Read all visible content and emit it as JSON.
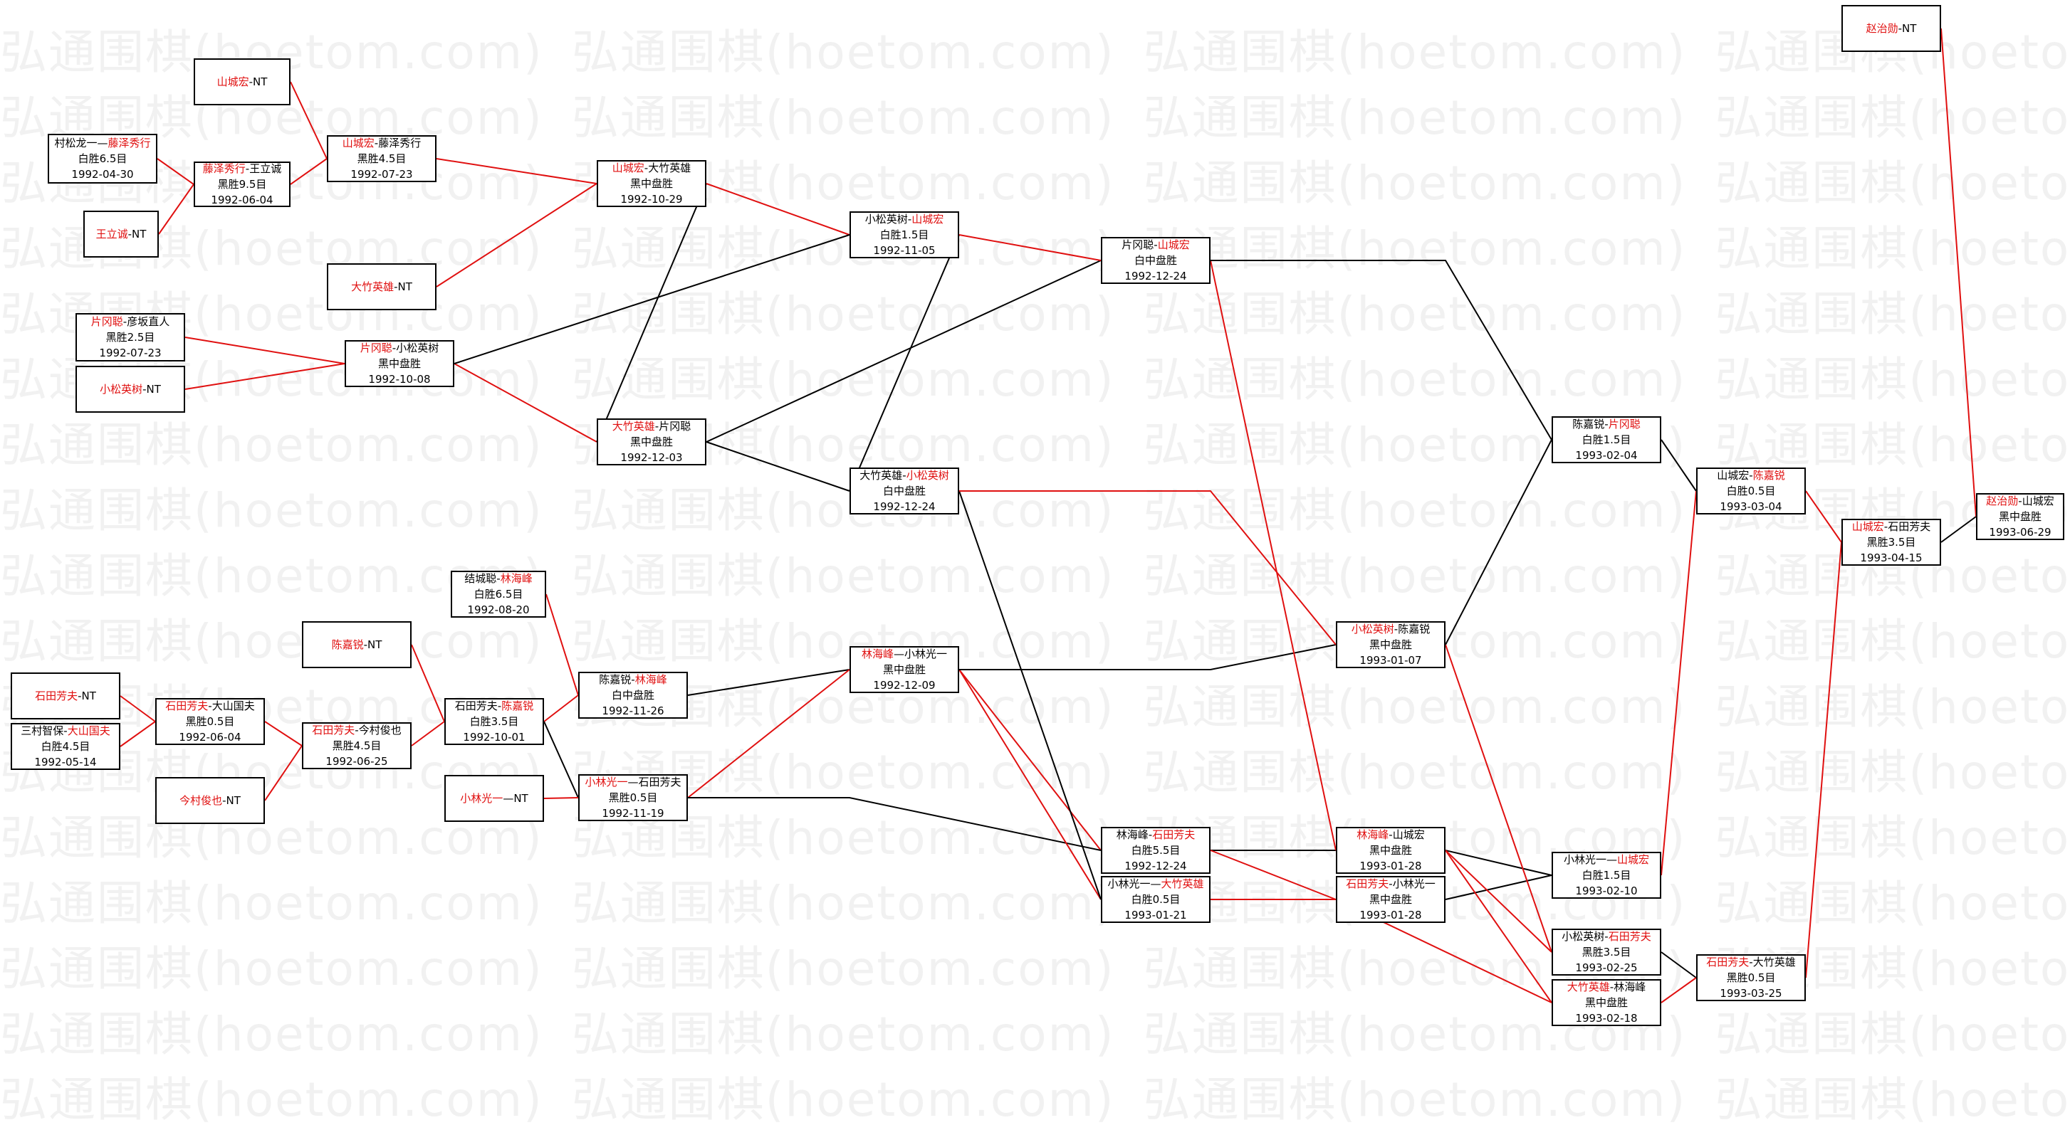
{
  "watermark": "弘通围棋(hoetom.com)",
  "colors": {
    "winner": "#e01010",
    "winner_path": "#e01010",
    "other_path": "#000000",
    "border": "#000000"
  },
  "matches": [
    {
      "id": "m1",
      "p": [
        "村松龙一",
        "藤泽秀行"
      ],
      "sep": "—",
      "w": 1,
      "result": "白胜6.5目",
      "date": "1992-04-30"
    },
    {
      "id": "m2",
      "p": [
        "山城宏",
        "NT"
      ],
      "sep": "-",
      "w": 0
    },
    {
      "id": "m3",
      "p": [
        "藤泽秀行",
        "王立诚"
      ],
      "sep": "-",
      "w": 0,
      "result": "黑胜9.5目",
      "date": "1992-06-04"
    },
    {
      "id": "m4",
      "p": [
        "王立诚",
        "NT"
      ],
      "sep": "-",
      "w": 0
    },
    {
      "id": "m5",
      "p": [
        "山城宏",
        "藤泽秀行"
      ],
      "sep": "-",
      "w": 0,
      "result": "黑胜4.5目",
      "date": "1992-07-23"
    },
    {
      "id": "m6",
      "p": [
        "山城宏",
        "大竹英雄"
      ],
      "sep": "-",
      "w": 0,
      "result": "黑中盘胜",
      "date": "1992-10-29"
    },
    {
      "id": "m7",
      "p": [
        "大竹英雄",
        "NT"
      ],
      "sep": "-",
      "w": 0
    },
    {
      "id": "m8",
      "p": [
        "片冈聪",
        "彦坂直人"
      ],
      "sep": "-",
      "w": 0,
      "result": "黑胜2.5目",
      "date": "1992-07-23"
    },
    {
      "id": "m9",
      "p": [
        "小松英树",
        "NT"
      ],
      "sep": "-",
      "w": 0
    },
    {
      "id": "m10",
      "p": [
        "片冈聪",
        "小松英树"
      ],
      "sep": "-",
      "w": 0,
      "result": "黑中盘胜",
      "date": "1992-10-08"
    },
    {
      "id": "m11",
      "p": [
        "大竹英雄",
        "片冈聪"
      ],
      "sep": "-",
      "w": 0,
      "result": "黑中盘胜",
      "date": "1992-12-03"
    },
    {
      "id": "m12",
      "p": [
        "小松英树",
        "山城宏"
      ],
      "sep": "-",
      "w": 1,
      "result": "白胜1.5目",
      "date": "1992-11-05"
    },
    {
      "id": "m13",
      "p": [
        "大竹英雄",
        "小松英树"
      ],
      "sep": "-",
      "w": 1,
      "result": "白中盘胜",
      "date": "1992-12-24"
    },
    {
      "id": "m14",
      "p": [
        "片冈聪",
        "山城宏"
      ],
      "sep": "-",
      "w": 1,
      "result": "白中盘胜",
      "date": "1992-12-24"
    },
    {
      "id": "m15",
      "p": [
        "结城聪",
        "林海峰"
      ],
      "sep": "-",
      "w": 1,
      "result": "白胜6.5目",
      "date": "1992-08-20"
    },
    {
      "id": "m16",
      "p": [
        "陈嘉锐",
        "NT"
      ],
      "sep": "-",
      "w": 0
    },
    {
      "id": "m17",
      "p": [
        "石田芳夫",
        "NT"
      ],
      "sep": "-",
      "w": 0
    },
    {
      "id": "m18",
      "p": [
        "三村智保",
        "大山国夫"
      ],
      "sep": "-",
      "w": 1,
      "result": "白胜4.5目",
      "date": "1992-05-14"
    },
    {
      "id": "m19",
      "p": [
        "石田芳夫",
        "大山国夫"
      ],
      "sep": "-",
      "w": 0,
      "result": "黑胜0.5目",
      "date": "1992-06-04"
    },
    {
      "id": "m20",
      "p": [
        "今村俊也",
        "NT"
      ],
      "sep": "-",
      "w": 0
    },
    {
      "id": "m21",
      "p": [
        "石田芳夫",
        "今村俊也"
      ],
      "sep": "-",
      "w": 0,
      "result": "黑胜4.5目",
      "date": "1992-06-25"
    },
    {
      "id": "m22",
      "p": [
        "石田芳夫",
        "陈嘉锐"
      ],
      "sep": "-",
      "w": 1,
      "result": "白胜3.5目",
      "date": "1992-10-01"
    },
    {
      "id": "m23",
      "p": [
        "陈嘉锐",
        "林海峰"
      ],
      "sep": "-",
      "w": 1,
      "result": "白中盘胜",
      "date": "1992-11-26"
    },
    {
      "id": "m24",
      "p": [
        "小林光一",
        "NT"
      ],
      "sep": "—",
      "w": 0
    },
    {
      "id": "m25",
      "p": [
        "小林光一",
        "石田芳夫"
      ],
      "sep": "—",
      "w": 0,
      "result": "黑胜0.5目",
      "date": "1992-11-19"
    },
    {
      "id": "m26",
      "p": [
        "林海峰",
        "小林光一"
      ],
      "sep": "—",
      "w": 0,
      "result": "黑中盘胜",
      "date": "1992-12-09"
    },
    {
      "id": "m27",
      "p": [
        "林海峰",
        "石田芳夫"
      ],
      "sep": "-",
      "w": 1,
      "result": "白胜5.5目",
      "date": "1992-12-24"
    },
    {
      "id": "m28",
      "p": [
        "小林光一",
        "大竹英雄"
      ],
      "sep": "—",
      "w": 1,
      "result": "白胜0.5目",
      "date": "1993-01-21"
    },
    {
      "id": "m29",
      "p": [
        "小松英树",
        "陈嘉锐"
      ],
      "sep": "-",
      "w": 0,
      "result": "黑中盘胜",
      "date": "1993-01-07"
    },
    {
      "id": "m30",
      "p": [
        "林海峰",
        "山城宏"
      ],
      "sep": "-",
      "w": 0,
      "result": "黑中盘胜",
      "date": "1993-01-28"
    },
    {
      "id": "m31",
      "p": [
        "石田芳夫",
        "小林光一"
      ],
      "sep": "-",
      "w": 0,
      "result": "黑中盘胜",
      "date": "1993-01-28"
    },
    {
      "id": "m32",
      "p": [
        "陈嘉锐",
        "片冈聪"
      ],
      "sep": "-",
      "w": 1,
      "result": "白胜1.5目",
      "date": "1993-02-04"
    },
    {
      "id": "m33",
      "p": [
        "小林光一",
        "山城宏"
      ],
      "sep": "—",
      "w": 1,
      "result": "白胜1.5目",
      "date": "1993-02-10"
    },
    {
      "id": "m34",
      "p": [
        "小松英树",
        "石田芳夫"
      ],
      "sep": "-",
      "w": 1,
      "result": "黑胜3.5目",
      "date": "1993-02-25"
    },
    {
      "id": "m35",
      "p": [
        "大竹英雄",
        "林海峰"
      ],
      "sep": "-",
      "w": 0,
      "result": "黑中盘胜",
      "date": "1993-02-18"
    },
    {
      "id": "m36",
      "p": [
        "山城宏",
        "陈嘉锐"
      ],
      "sep": "-",
      "w": 1,
      "result": "白胜0.5目",
      "date": "1993-03-04"
    },
    {
      "id": "m37",
      "p": [
        "石田芳夫",
        "大竹英雄"
      ],
      "sep": "-",
      "w": 0,
      "result": "黑胜0.5目",
      "date": "1993-03-25"
    },
    {
      "id": "m38",
      "p": [
        "山城宏",
        "石田芳夫"
      ],
      "sep": "-",
      "w": 0,
      "result": "黑胜3.5目",
      "date": "1993-04-15"
    },
    {
      "id": "m39",
      "p": [
        "赵治勋",
        "NT"
      ],
      "sep": "-",
      "w": 0
    },
    {
      "id": "m40",
      "p": [
        "赵治勋",
        "山城宏"
      ],
      "sep": "-",
      "w": 0,
      "result": "黑中盘胜",
      "date": "1993-06-29"
    }
  ]
}
